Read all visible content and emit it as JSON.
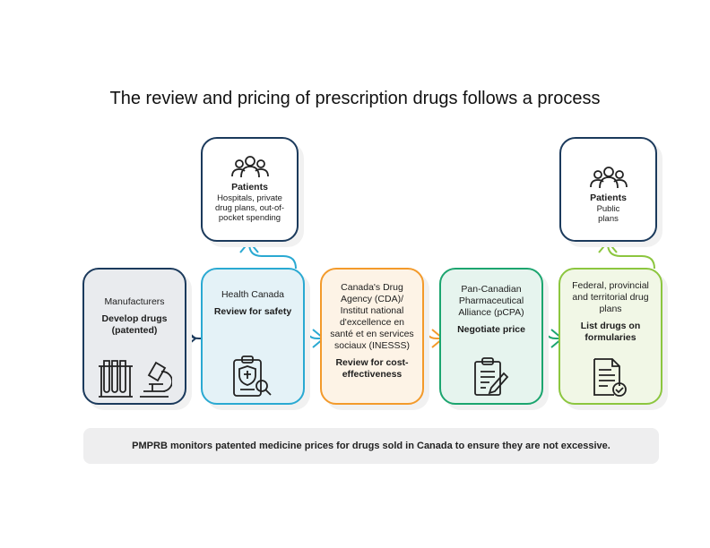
{
  "title": "The review and pricing of prescription drugs follows a process",
  "steps": [
    {
      "org": "Manufacturers",
      "action": "Develop drugs (patented)",
      "icon": "lab-microscope-icon",
      "color": "#1b3a5c"
    },
    {
      "org": "Health Canada",
      "action": "Review for safety",
      "icon": "clipboard-shield-search-icon",
      "color": "#2aa9d2"
    },
    {
      "org": "Canada's Drug Agency (CDA)/ Institut national d'excellence en santé et en services sociaux (INESSS)",
      "action": "Review for cost-effectiveness",
      "icon": "none",
      "color": "#f39a2b"
    },
    {
      "org": "Pan-Canadian Pharmaceutical Alliance (pCPA)",
      "action": "Negotiate price",
      "icon": "clipboard-pen-icon",
      "color": "#1ca56f"
    },
    {
      "org": "Federal, provincial and territorial drug plans",
      "action": "List drugs on formularies",
      "icon": "document-check-icon",
      "color": "#8cc63f"
    }
  ],
  "patients": [
    {
      "title": "Patients",
      "desc": "Hospitals, private drug plans, out-of-pocket spending"
    },
    {
      "title": "Patients",
      "desc": "Public plans"
    }
  ],
  "banner": "PMPRB monitors patented medicine prices for drugs sold in Canada to ensure they are not excessive."
}
